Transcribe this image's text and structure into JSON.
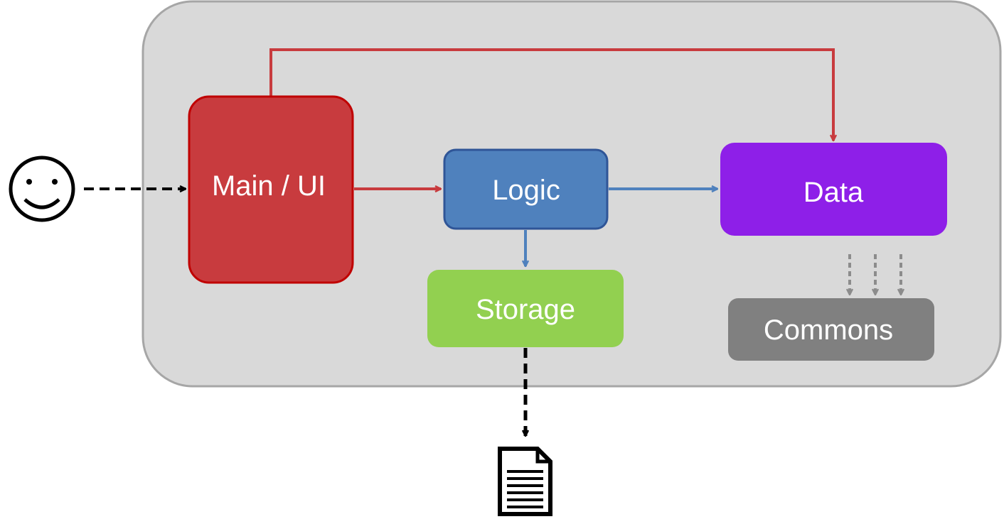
{
  "diagram": {
    "components": {
      "main_ui": {
        "label": "Main / UI",
        "color": "#C83B3E",
        "border": "#C00000"
      },
      "logic": {
        "label": "Logic",
        "color": "#4F81BD",
        "border": "#2F5597"
      },
      "data": {
        "label": "Data",
        "color": "#8E1FE8"
      },
      "storage": {
        "label": "Storage",
        "color": "#92D050"
      },
      "commons": {
        "label": "Commons",
        "color": "#808080"
      }
    },
    "container": {
      "fill": "#D9D9D9",
      "border": "#A6A6A6"
    },
    "arrow_colors": {
      "main": "#C83B3E",
      "logic": "#4F81BD",
      "commons": "#8C8C8C",
      "external": "#000000"
    },
    "icons": [
      "user-smiley-icon",
      "file-document-icon"
    ]
  }
}
